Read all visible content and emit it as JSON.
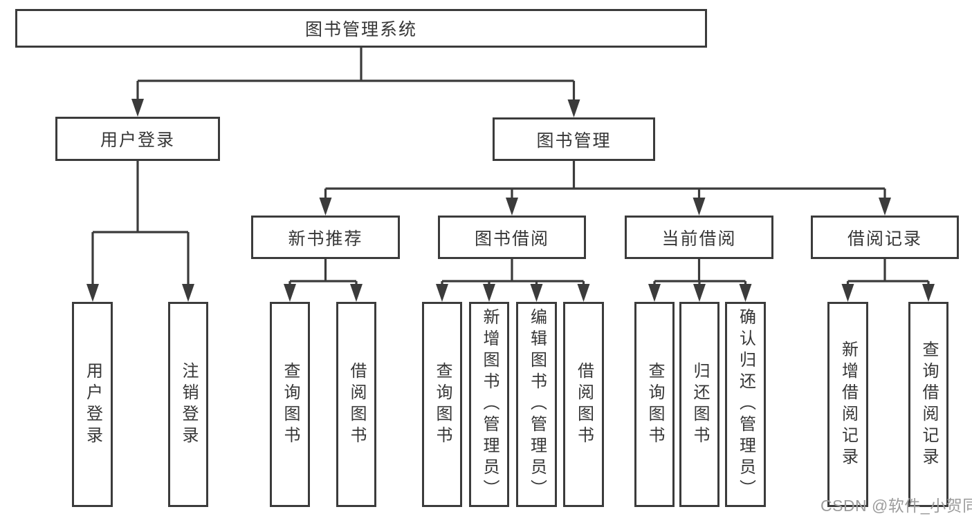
{
  "tree": {
    "label": "图书管理系统",
    "children": [
      {
        "label": "用户登录",
        "children": [
          {
            "label": "用户登录"
          },
          {
            "label": "注销登录"
          }
        ]
      },
      {
        "label": "图书管理",
        "children": [
          {
            "label": "新书推荐",
            "children": [
              {
                "label": "查询图书"
              },
              {
                "label": "借阅图书"
              }
            ]
          },
          {
            "label": "图书借阅",
            "children": [
              {
                "label": "查询图书"
              },
              {
                "label": "新增图书（管理员）"
              },
              {
                "label": "编辑图书（管理员）"
              },
              {
                "label": "借阅图书"
              }
            ]
          },
          {
            "label": "当前借阅",
            "children": [
              {
                "label": "查询图书"
              },
              {
                "label": "归还图书"
              },
              {
                "label": "确认归还（管理员）"
              }
            ]
          },
          {
            "label": "借阅记录",
            "children": [
              {
                "label": "新增借阅记录"
              },
              {
                "label": "查询借阅记录"
              }
            ]
          }
        ]
      }
    ]
  },
  "watermark": "CSDN @软件_小贺同学",
  "colors": {
    "line": "#3b3b3b",
    "text": "#363636",
    "watermark": "#9c9c9c",
    "background": "#ffffff"
  }
}
